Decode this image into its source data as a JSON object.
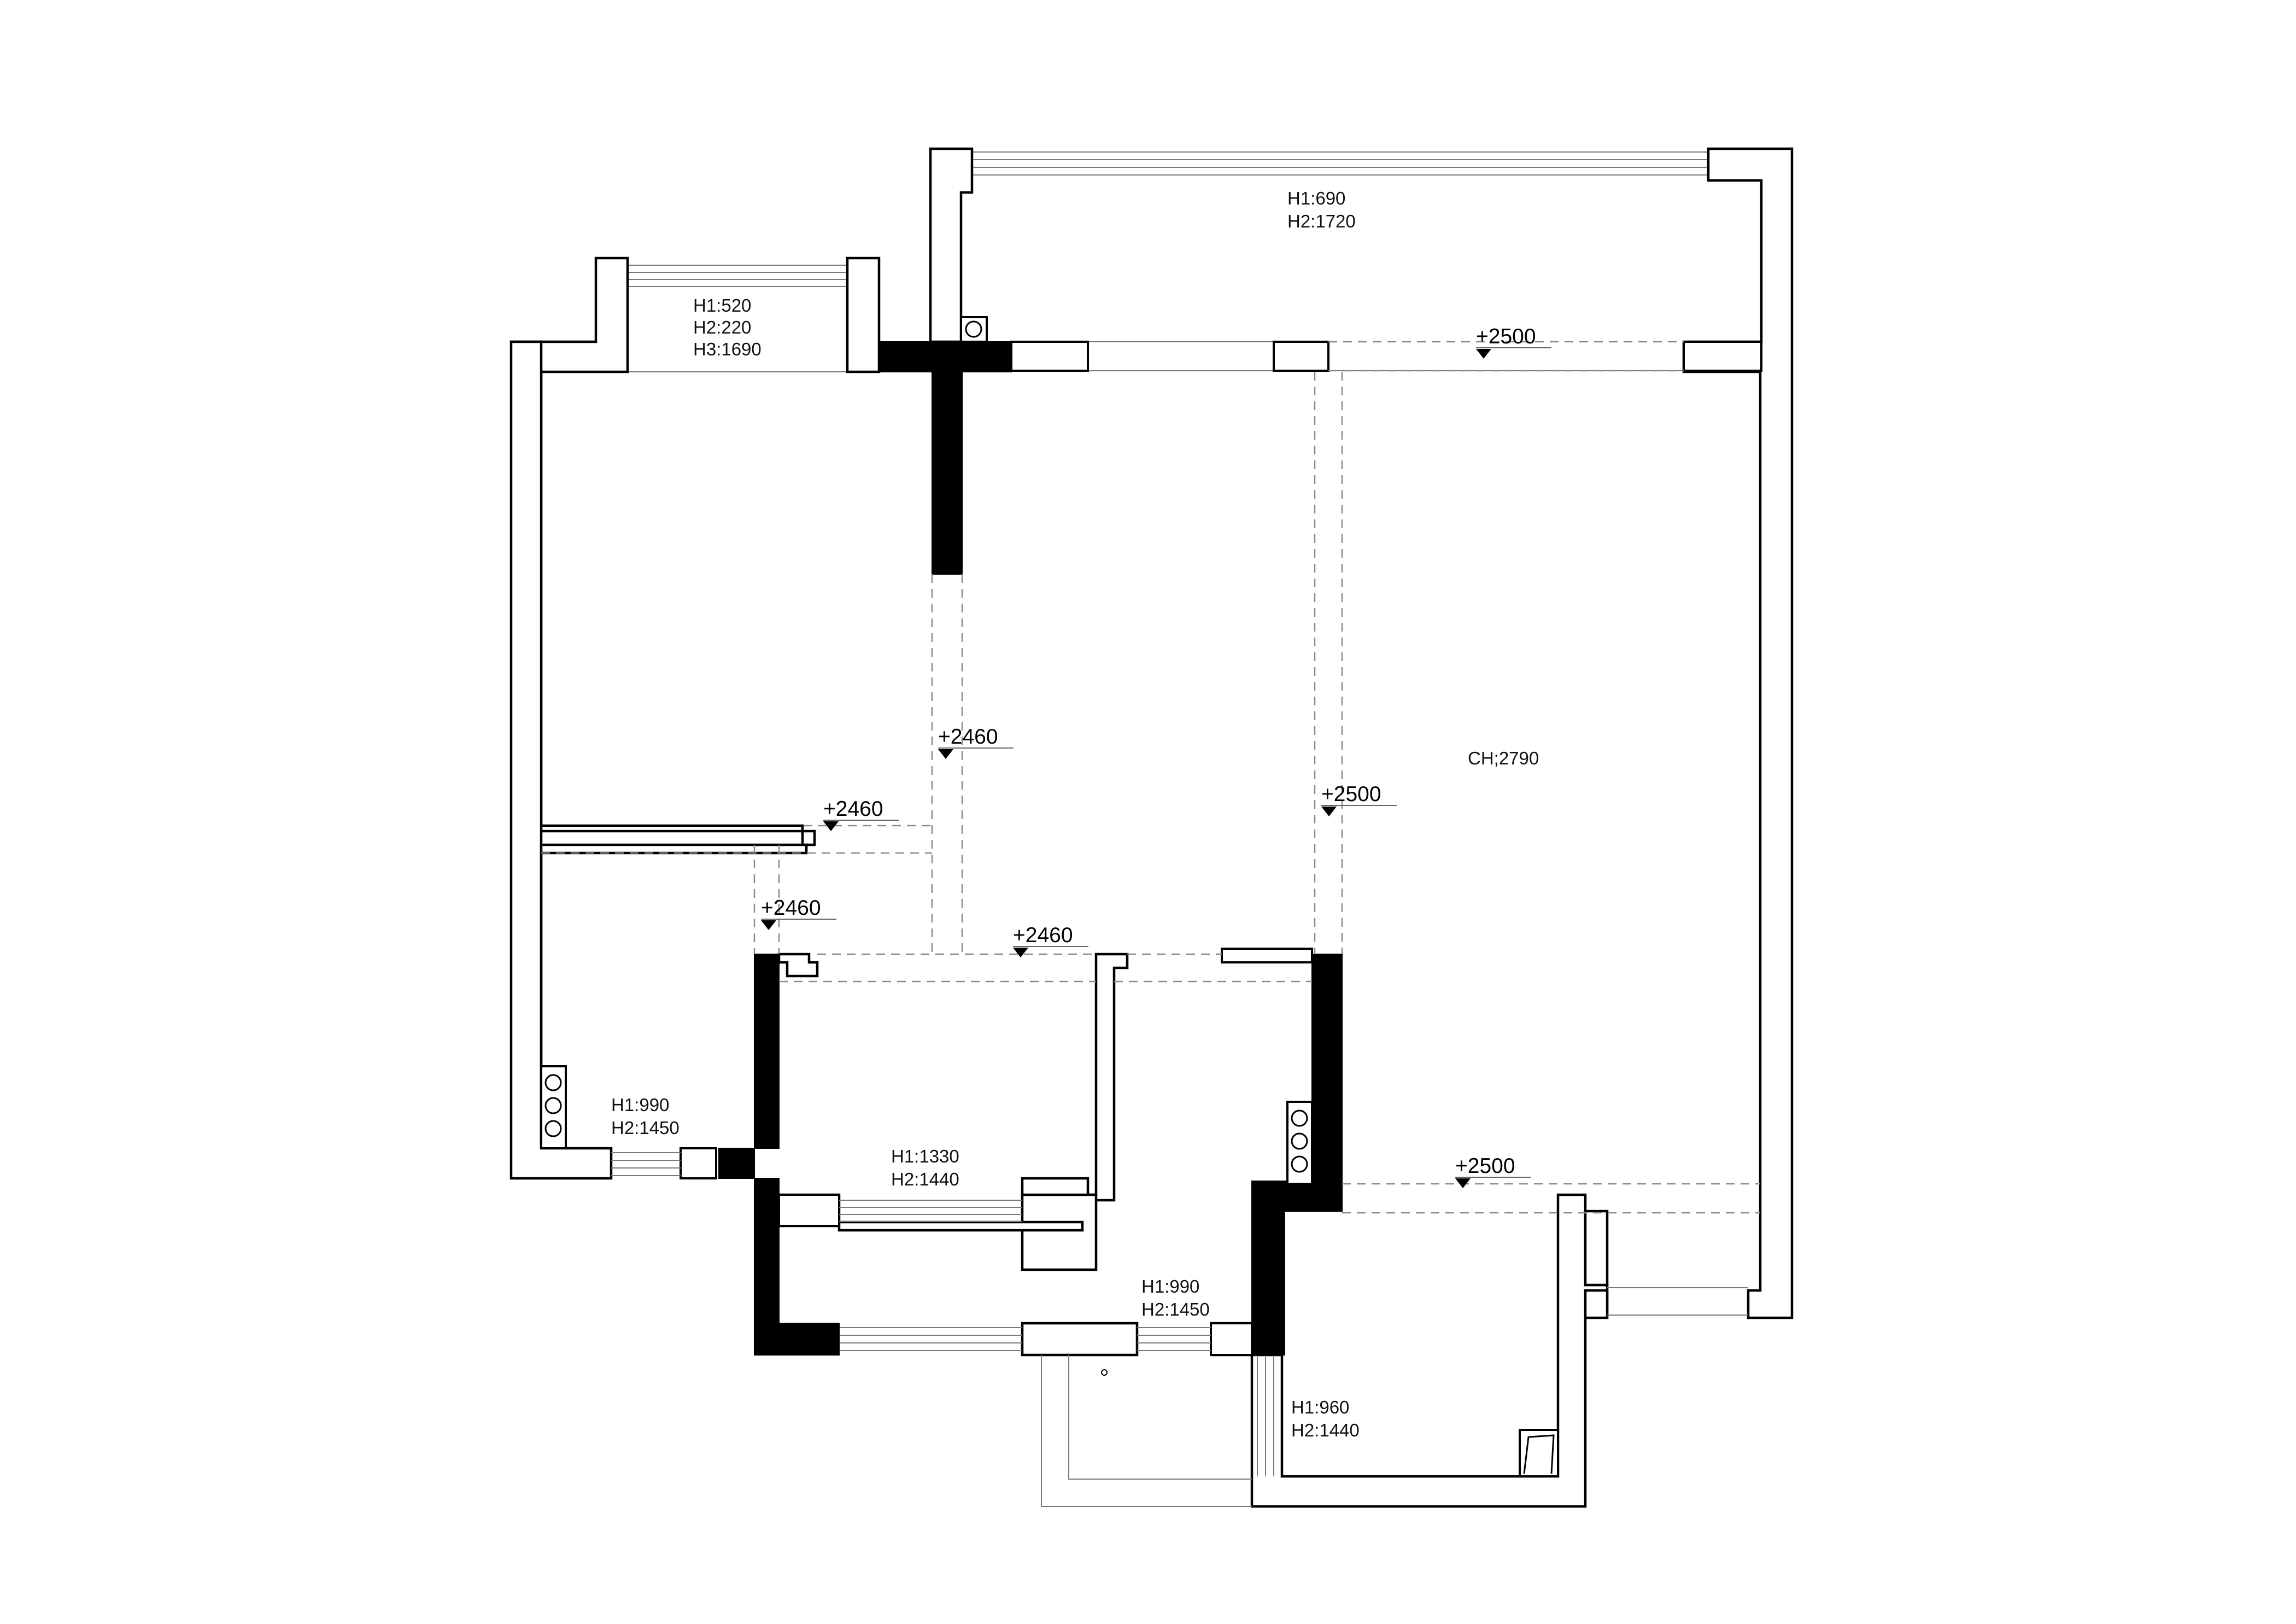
{
  "room_labels": [
    {
      "id": "balcony-top",
      "lines": [
        "H1:690",
        "H2:1720"
      ]
    },
    {
      "id": "balcony-left",
      "lines": [
        "H1:520",
        "H2:220",
        "H3:1690"
      ]
    },
    {
      "id": "living-room",
      "lines": [
        "CH;2790"
      ]
    },
    {
      "id": "window-west",
      "lines": [
        "H1:990",
        "H2:1450"
      ]
    },
    {
      "id": "bathroom",
      "lines": [
        "H1:1330",
        "H2:1440"
      ]
    },
    {
      "id": "window-south",
      "lines": [
        "H1:990",
        "H2:1450"
      ]
    },
    {
      "id": "kitchen",
      "lines": [
        "H1:960",
        "H2:1440"
      ]
    }
  ],
  "level_marks": [
    {
      "id": "top-corridor",
      "value": "+2500"
    },
    {
      "id": "center-left",
      "value": "+2460"
    },
    {
      "id": "left-room-edge",
      "value": "+2460"
    },
    {
      "id": "left-lower",
      "value": "+2460"
    },
    {
      "id": "mid-hall",
      "value": "+2460"
    },
    {
      "id": "living-center",
      "value": "+2500"
    },
    {
      "id": "right-lower",
      "value": "+2500"
    }
  ]
}
